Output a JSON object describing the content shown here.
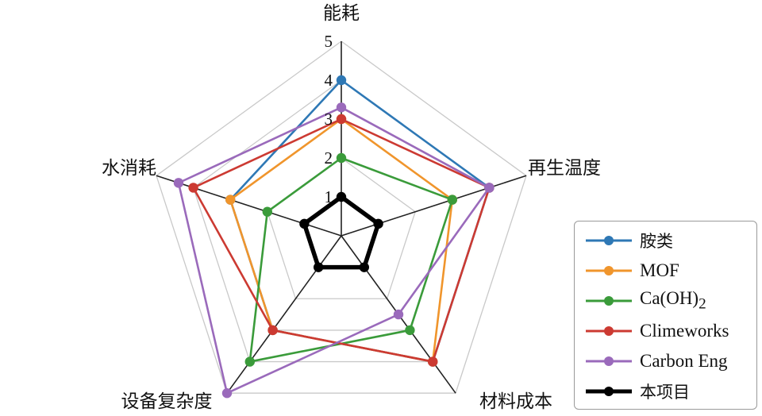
{
  "chart_data": {
    "type": "radar",
    "axes": [
      "能耗",
      "再生温度",
      "材料成本",
      "设备复杂度",
      "水消耗"
    ],
    "rlim": [
      0,
      5
    ],
    "radial_ticks": [
      "1",
      "2",
      "3",
      "4",
      "5"
    ],
    "grid": true,
    "legend_position": "bottom-right",
    "series": [
      {
        "name": "胺类",
        "name_html": "胺类",
        "color": "#2e78b5",
        "values": [
          4.0,
          4.0,
          4.0,
          3.0,
          3.0
        ],
        "line_width": 2.6
      },
      {
        "name": "MOF",
        "name_html": "MOF",
        "color": "#f0952c",
        "values": [
          3.0,
          3.0,
          4.0,
          3.0,
          3.0
        ],
        "line_width": 2.6
      },
      {
        "name": "Ca(OH)2",
        "name_html": "Ca(OH)<sub>2</sub>",
        "color": "#3a9b3a",
        "values": [
          2.0,
          3.0,
          3.0,
          4.0,
          2.0
        ],
        "line_width": 2.6
      },
      {
        "name": "Climeworks",
        "name_html": "Climeworks",
        "color": "#cc3a32",
        "values": [
          3.0,
          4.0,
          4.0,
          3.0,
          4.0
        ],
        "line_width": 2.6
      },
      {
        "name": "Carbon Eng",
        "name_html": "Carbon Eng",
        "color": "#9a6abb",
        "values": [
          3.3,
          4.0,
          2.5,
          5.0,
          4.4
        ],
        "line_width": 2.6
      },
      {
        "name": "本项目",
        "name_html": "本项目",
        "color": "#000000",
        "values": [
          1.0,
          1.0,
          1.0,
          1.0,
          1.0
        ],
        "line_width": 5.5
      }
    ]
  }
}
